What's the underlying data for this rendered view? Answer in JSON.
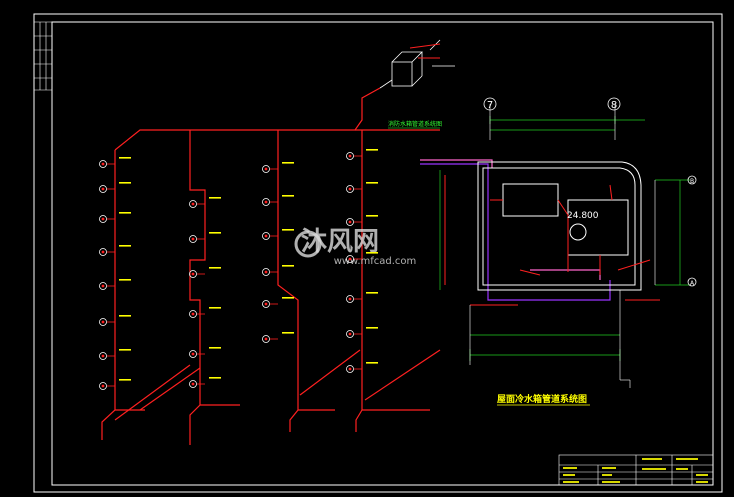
{
  "drawing": {
    "title_system": "屋面冷水箱管道系统图",
    "label_pipe_note": "消防水箱管道系统图",
    "watermark_brand": "沐风网",
    "watermark_url": "www.mfcad.com",
    "tank_level": "24.800",
    "axis_left": "7",
    "axis_right": "8",
    "axis_grid_1": "B",
    "axis_grid_2": "A"
  },
  "colors": {
    "background": "#000000",
    "frame": "#ffffff",
    "pipe_main": "#ff2020",
    "pipe_pink": "#ff66cc",
    "pipe_purple": "#9933ff",
    "text_yellow": "#ffff00",
    "text_green": "#33ff33",
    "dimension_green": "#22cc22"
  },
  "title_block": {
    "rows": [
      "",
      "",
      "",
      "",
      ""
    ]
  }
}
